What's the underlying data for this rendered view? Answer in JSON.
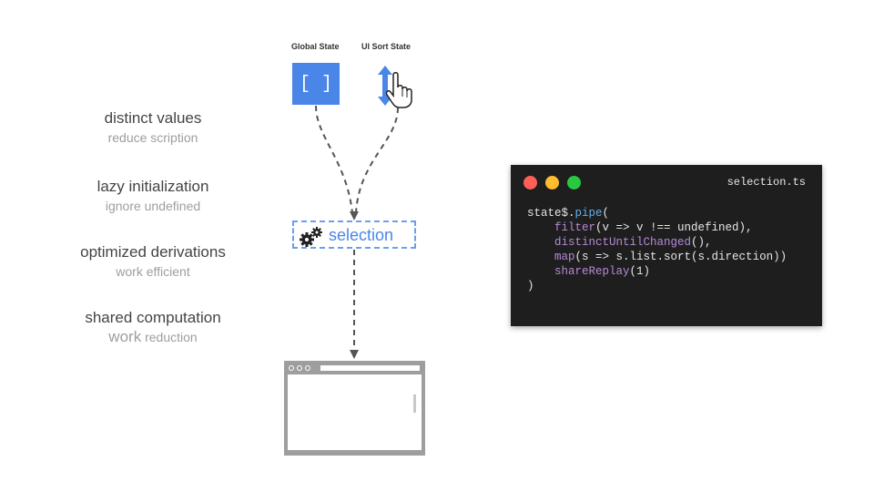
{
  "features": [
    {
      "title": "distinct values",
      "subtitle": "reduce scription"
    },
    {
      "title": "lazy initialization",
      "subtitle": "ignore undefined"
    },
    {
      "title": "optimized derivations",
      "subtitle": "work efficient"
    },
    {
      "title": "shared computation",
      "subtitle_big": "work",
      "subtitle": " reduction"
    }
  ],
  "nodes": {
    "global_state_label": "Global State",
    "ui_sort_state_label": "UI Sort State",
    "global_state_value": "[ ]",
    "selection_label": "selection"
  },
  "code": {
    "filename": "selection.ts",
    "line1_obj": "state$.",
    "line1_method": "pipe",
    "line1_rest": "(",
    "line2_fn": "filter",
    "line2_rest": "(v => v !== undefined),",
    "line3_fn": "distinctUntilChanged",
    "line3_rest": "(),",
    "line4_fn": "map",
    "line4_rest": "(s => s.list.sort(s.direction))",
    "line5_fn": "shareReplay",
    "line5_rest": "(1)",
    "line6": ")"
  },
  "colors": {
    "accent": "#4a86e8",
    "dashed_border": "#6d9eeb",
    "arrow": "#555555",
    "code_bg": "#1e1e1e",
    "traffic_red": "#ff5f57",
    "traffic_yellow": "#febc2e",
    "traffic_green": "#28c840"
  },
  "icons": {
    "sort": "up-down-arrow-icon",
    "cursor": "hand-pointer-icon",
    "gears": "gears-icon",
    "browser": "browser-window-icon"
  }
}
